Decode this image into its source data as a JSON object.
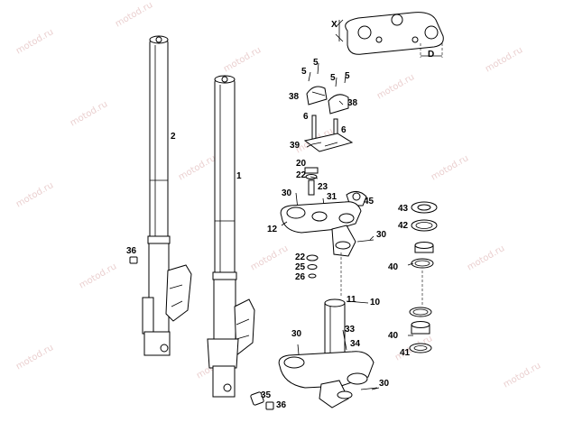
{
  "watermark": "motod.ru",
  "dimension_labels": {
    "x": "X",
    "d": "D"
  },
  "callouts": [
    {
      "id": "c1",
      "text": "1"
    },
    {
      "id": "c2",
      "text": "2"
    },
    {
      "id": "c5a",
      "text": "5"
    },
    {
      "id": "c5b",
      "text": "5"
    },
    {
      "id": "c5c",
      "text": "5"
    },
    {
      "id": "c5d",
      "text": "5"
    },
    {
      "id": "c38a",
      "text": "38"
    },
    {
      "id": "c38b",
      "text": "38"
    },
    {
      "id": "c6a",
      "text": "6"
    },
    {
      "id": "c6b",
      "text": "6"
    },
    {
      "id": "c39",
      "text": "39"
    },
    {
      "id": "c20",
      "text": "20"
    },
    {
      "id": "c22a",
      "text": "22"
    },
    {
      "id": "c23",
      "text": "23"
    },
    {
      "id": "c30a",
      "text": "30"
    },
    {
      "id": "c31",
      "text": "31"
    },
    {
      "id": "c45",
      "text": "45"
    },
    {
      "id": "c43",
      "text": "43"
    },
    {
      "id": "c42",
      "text": "42"
    },
    {
      "id": "c12",
      "text": "12"
    },
    {
      "id": "c30b",
      "text": "30"
    },
    {
      "id": "c36a",
      "text": "36"
    },
    {
      "id": "c22b",
      "text": "22"
    },
    {
      "id": "c25",
      "text": "25"
    },
    {
      "id": "c26",
      "text": "26"
    },
    {
      "id": "c40a",
      "text": "40"
    },
    {
      "id": "c11",
      "text": "11"
    },
    {
      "id": "c10",
      "text": "10"
    },
    {
      "id": "c33",
      "text": "33"
    },
    {
      "id": "c34",
      "text": "34"
    },
    {
      "id": "c30c",
      "text": "30"
    },
    {
      "id": "c40b",
      "text": "40"
    },
    {
      "id": "c41",
      "text": "41"
    },
    {
      "id": "c30d",
      "text": "30"
    },
    {
      "id": "c35",
      "text": "35"
    },
    {
      "id": "c36b",
      "text": "36"
    }
  ]
}
